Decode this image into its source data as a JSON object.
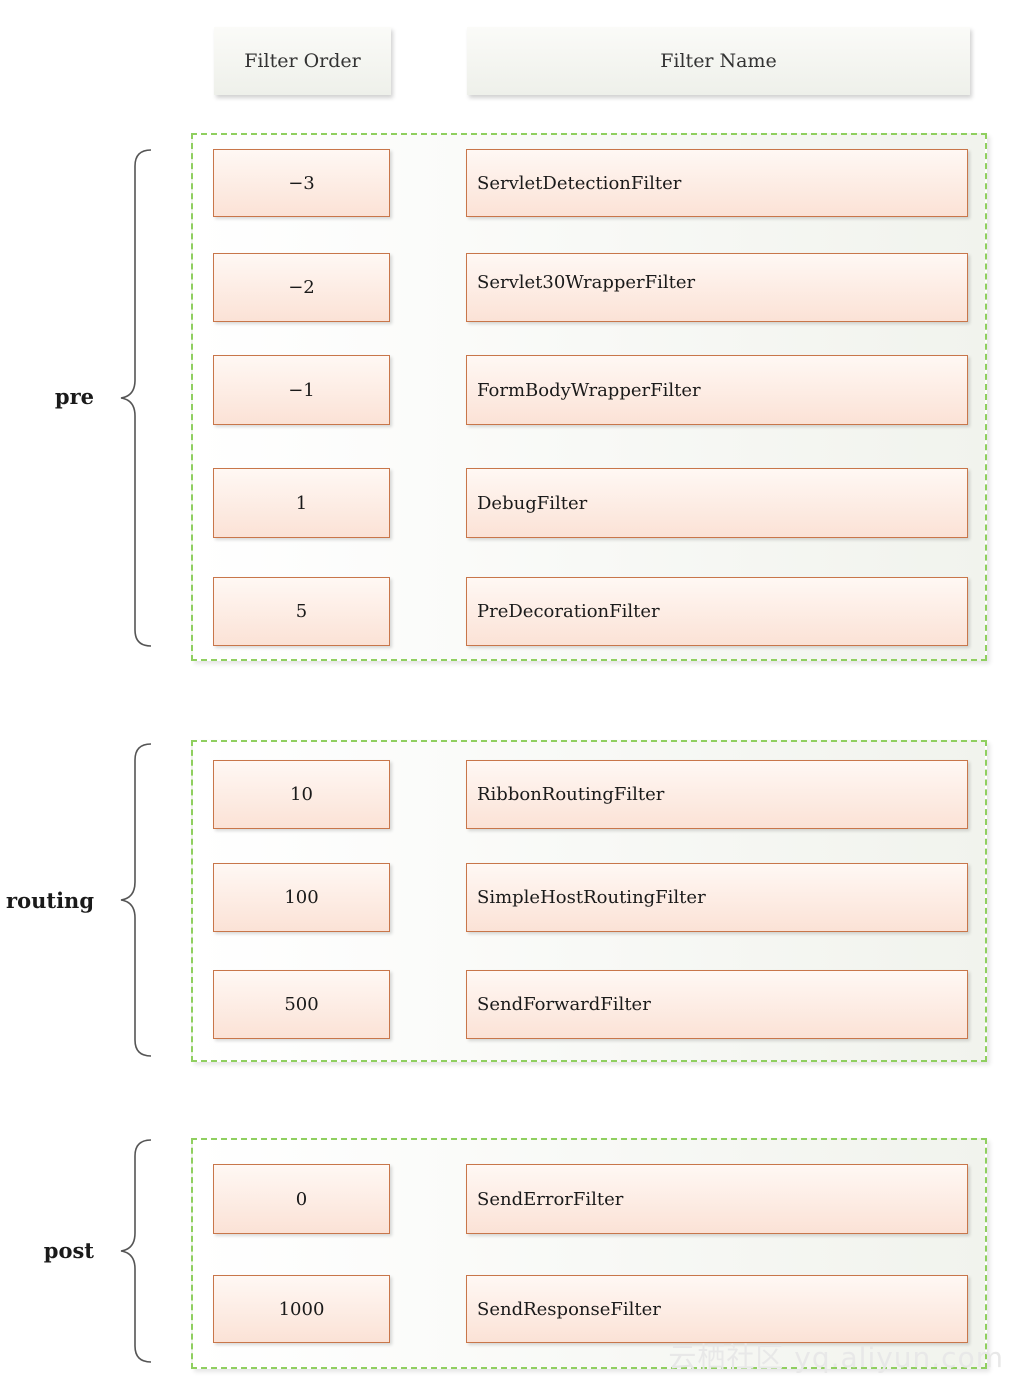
{
  "headers": {
    "order": "Filter Order",
    "name": "Filter Name"
  },
  "groups": {
    "pre": {
      "label": "pre",
      "filters": [
        {
          "order": "−3",
          "name": "ServletDetectionFilter"
        },
        {
          "order": "−2",
          "name": "Servlet30WrapperFilter"
        },
        {
          "order": "−1",
          "name": "FormBodyWrapperFilter"
        },
        {
          "order": "1",
          "name": "DebugFilter"
        },
        {
          "order": "5",
          "name": "PreDecorationFilter"
        }
      ]
    },
    "routing": {
      "label": "routing",
      "filters": [
        {
          "order": "10",
          "name": "RibbonRoutingFilter"
        },
        {
          "order": "100",
          "name": "SimpleHostRoutingFilter"
        },
        {
          "order": "500",
          "name": "SendForwardFilter"
        }
      ]
    },
    "post": {
      "label": "post",
      "filters": [
        {
          "order": "0",
          "name": "SendErrorFilter"
        },
        {
          "order": "1000",
          "name": "SendResponseFilter"
        }
      ]
    }
  },
  "watermark": "云栖社区 yq.aliyun.com",
  "colors": {
    "cell_border": "#c8764a",
    "cell_fill": "#fbe2d6",
    "group_border": "#8fcf5f",
    "brace": "#555555"
  }
}
